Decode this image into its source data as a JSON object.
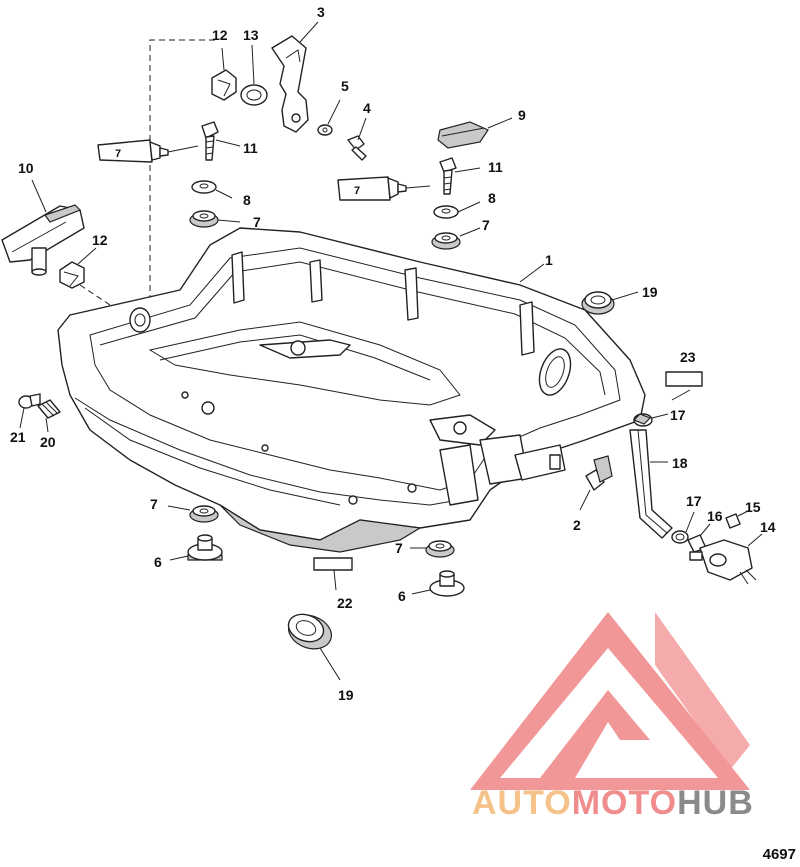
{
  "callouts": [
    {
      "id": "c3",
      "text": "3"
    },
    {
      "id": "c12a",
      "text": "12"
    },
    {
      "id": "c13",
      "text": "13"
    },
    {
      "id": "c5",
      "text": "5"
    },
    {
      "id": "c4",
      "text": "4"
    },
    {
      "id": "c9",
      "text": "9"
    },
    {
      "id": "c11a",
      "text": "11"
    },
    {
      "id": "c11b",
      "text": "11"
    },
    {
      "id": "c10",
      "text": "10"
    },
    {
      "id": "c8a",
      "text": "8"
    },
    {
      "id": "c8b",
      "text": "8"
    },
    {
      "id": "c7a",
      "text": "7"
    },
    {
      "id": "c7b",
      "text": "7"
    },
    {
      "id": "c12b",
      "text": "12"
    },
    {
      "id": "c1",
      "text": "1"
    },
    {
      "id": "c19a",
      "text": "19"
    },
    {
      "id": "c23",
      "text": "23"
    },
    {
      "id": "c17a",
      "text": "17"
    },
    {
      "id": "c18",
      "text": "18"
    },
    {
      "id": "c21",
      "text": "21"
    },
    {
      "id": "c20",
      "text": "20"
    },
    {
      "id": "c7c",
      "text": "7"
    },
    {
      "id": "c6a",
      "text": "6"
    },
    {
      "id": "c2",
      "text": "2"
    },
    {
      "id": "c17b",
      "text": "17"
    },
    {
      "id": "c15",
      "text": "15"
    },
    {
      "id": "c16",
      "text": "16"
    },
    {
      "id": "c14",
      "text": "14"
    },
    {
      "id": "c7d",
      "text": "7"
    },
    {
      "id": "c22",
      "text": "22"
    },
    {
      "id": "c6b",
      "text": "6"
    },
    {
      "id": "c19b",
      "text": "19"
    }
  ],
  "sealant_tube_label": "7",
  "watermark": {
    "part1": "AUTO",
    "part2": "MOTO",
    "part3": "HUB",
    "logo_color": "#f07070"
  },
  "figure_number": "4697"
}
